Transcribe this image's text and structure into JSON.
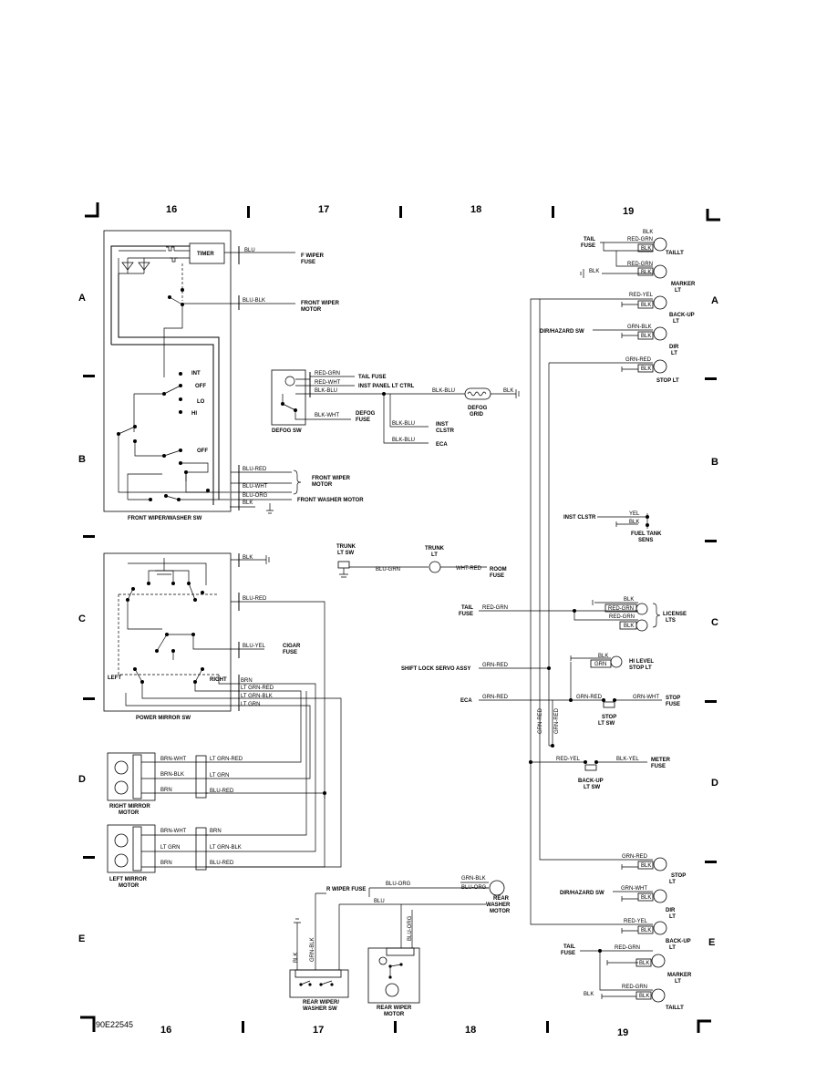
{
  "columns": [
    "16",
    "17",
    "18",
    "19"
  ],
  "rows": [
    "A",
    "B",
    "C",
    "D",
    "E"
  ],
  "figure_id": "90E22545",
  "components": {
    "front_wiper_washer_sw": "FRONT WIPER/WASHER SW",
    "timer": "TIMER",
    "int": "INT",
    "off": "OFF",
    "lo": "LO",
    "hi": "HI",
    "off2": "OFF",
    "power_mirror_sw": "POWER MIRROR SW",
    "left": "LEFT",
    "right": "RIGHT",
    "right_mirror_motor": [
      "RIGHT MIRROR",
      "MOTOR"
    ],
    "left_mirror_motor": [
      "LEFT MIRROR",
      "MOTOR"
    ],
    "defog_sw": "DEFOG SW",
    "defog_grid": [
      "DEFOG",
      "GRID"
    ],
    "trunk_lt_sw": [
      "TRUNK",
      "LT SW"
    ],
    "trunk_lt": [
      "TRUNK",
      "LT"
    ],
    "rear_wiper_washer_sw": [
      "REAR WIPER/",
      "WASHER SW"
    ],
    "rear_wiper_motor": [
      "REAR WIPER",
      "MOTOR"
    ],
    "rear_washer_motor": [
      "REAR",
      "WASHER",
      "MOTOR"
    ],
    "taillt": "TAILLT",
    "marker_lt": [
      "MARKER",
      "LT"
    ],
    "backup_lt": [
      "BACK-UP",
      "LT"
    ],
    "dir_lt": [
      "DIR",
      "LT"
    ],
    "stop_lt": "STOP LT",
    "fuel_tank_sens": [
      "FUEL TANK",
      "SENS"
    ],
    "license_lts": [
      "LICENSE",
      "LTS"
    ],
    "hi_level_stop_lt": [
      "HI LEVEL",
      "STOP LT"
    ],
    "stop_lt_sw": [
      "STOP",
      "LT SW"
    ],
    "backup_lt_sw": [
      "BACK-UP",
      "LT SW"
    ],
    "stop_lt2": [
      "STOP",
      "LT"
    ],
    "backup_lt2": [
      "BACK-UP",
      "LT"
    ],
    "marker_lt2": [
      "MARKER",
      "LT"
    ],
    "taillt2": "TAILLT"
  },
  "destinations": {
    "f_wiper_fuse": [
      "F WIPER",
      "FUSE"
    ],
    "front_wiper_motor": [
      "FRONT WIPER",
      "MOTOR"
    ],
    "front_wiper_motor2": [
      "FRONT WIPER",
      "MOTOR"
    ],
    "front_washer_motor": "FRONT WASHER MOTOR",
    "tail_fuse": "TAIL FUSE",
    "inst_panel_lt_ctrl": "INST PANEL LT CTRL",
    "defog_fuse": [
      "DEFOG",
      "FUSE"
    ],
    "inst_clstr": [
      "INST",
      "CLSTR"
    ],
    "eca": "ECA",
    "room_fuse": [
      "ROOM",
      "FUSE"
    ],
    "cigar_fuse": [
      "CIGAR",
      "FUSE"
    ],
    "tail_fuse_r": [
      "TAIL",
      "FUSE"
    ],
    "dir_hazard_sw": "DIR/HAZARD SW",
    "inst_clstr_r": "INST CLSTR",
    "tail_fuse_c": [
      "TAIL",
      "FUSE"
    ],
    "shift_lock": "SHIFT LOCK SERVO ASSY",
    "eca_r": "ECA",
    "stop_fuse": [
      "STOP",
      "FUSE"
    ],
    "meter_fuse": [
      "METER",
      "FUSE"
    ],
    "dir_hazard_sw2": "DIR/HAZARD SW",
    "r_wiper_fuse": "R WIPER FUSE",
    "tail_fuse_e": [
      "TAIL",
      "FUSE"
    ]
  },
  "wires": {
    "blu": "BLU",
    "blu_blk": "BLU-BLK",
    "blu_red": "BLU-RED",
    "blu_wht": "BLU-WHT",
    "blu_org": "BLU-ORG",
    "blk": "BLK",
    "red_grn": "RED-GRN",
    "red_wht": "RED-WHT",
    "blk_blu": "BLK-BLU",
    "blk_wht": "BLK-WHT",
    "blu_grn": "BLU-GRN",
    "wht_red": "WHT-RED",
    "blu_yel": "BLU-YEL",
    "brn": "BRN",
    "lt_grn_red": "LT GRN-RED",
    "lt_grn_blk": "LT GRN-BLK",
    "lt_grn": "LT GRN",
    "brn_wht": "BRN-WHT",
    "brn_blk": "BRN-BLK",
    "grn_blk": "GRN-BLK",
    "grn_red": "GRN-RED",
    "red_yel": "RED-YEL",
    "yel": "YEL",
    "grn": "GRN",
    "grn_wht": "GRN-WHT",
    "blk_yel": "BLK-YEL",
    "blu_org2": "BLU-ORG"
  }
}
